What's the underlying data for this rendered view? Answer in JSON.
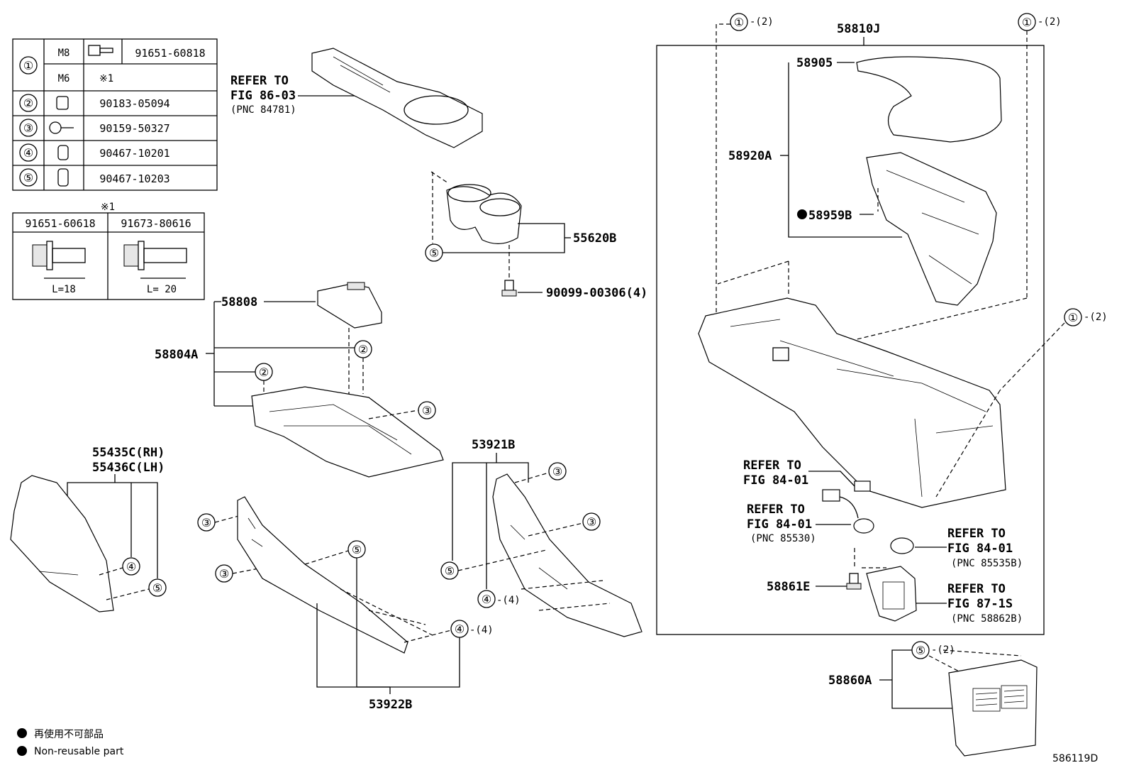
{
  "fastener_table": {
    "rows": [
      {
        "num": "①",
        "size": "M8",
        "part": "91651-60818"
      },
      {
        "num": "",
        "size": "M6",
        "part": "※1"
      },
      {
        "num": "②",
        "size": "",
        "part": "90183-05094"
      },
      {
        "num": "③",
        "size": "",
        "part": "90159-50327"
      },
      {
        "num": "④",
        "size": "",
        "part": "90467-10201"
      },
      {
        "num": "⑤",
        "size": "",
        "part": "90467-10203"
      }
    ]
  },
  "bolt_table": {
    "note": "※1",
    "col1": {
      "part": "91651-60618",
      "length": "L=18"
    },
    "col2": {
      "part": "91673-80616",
      "length": "L= 20"
    }
  },
  "parts": {
    "p58810J": "58810J",
    "p58905": "58905",
    "p58920A": "58920A",
    "p58959B": "58959B",
    "p55620B": "55620B",
    "p90099": "90099-00306(4)",
    "p58808": "58808",
    "p58804A": "58804A",
    "p55435C": "55435C(RH)",
    "p55436C": "55436C(LH)",
    "p53921B": "53921B",
    "p53922B": "53922B",
    "p58861E": "58861E",
    "p58860A": "58860A"
  },
  "refs": {
    "r1": {
      "l1": "REFER TO",
      "l2": "FIG 86-03",
      "l3": "(PNC 84781)"
    },
    "r2": {
      "l1": "REFER TO",
      "l2": "FIG 84-01"
    },
    "r3": {
      "l1": "REFER TO",
      "l2": "FIG 84-01",
      "l3": "(PNC 85530)"
    },
    "r4": {
      "l1": "REFER TO",
      "l2": "FIG 84-01",
      "l3": "(PNC 85535B)"
    },
    "r5": {
      "l1": "REFER TO",
      "l2": "FIG 87-1S",
      "l3": "(PNC 58862B)"
    }
  },
  "callouts": {
    "c1": "①",
    "c2": "②",
    "c3": "③",
    "c4": "④",
    "c5": "⑤",
    "q2": "-(2)",
    "q4": "-(4)"
  },
  "legend": {
    "jp": "再使用不可部品",
    "en": "Non-reusable part"
  },
  "diagram_id": "586119D"
}
